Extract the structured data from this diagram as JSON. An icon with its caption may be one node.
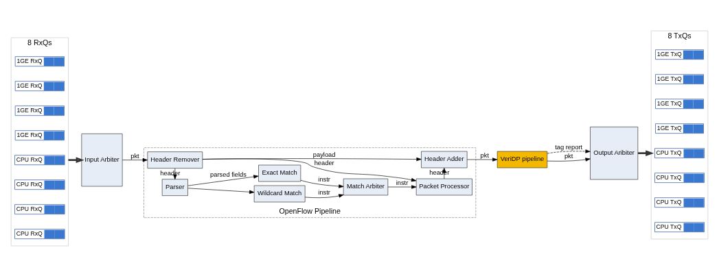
{
  "diagram": {
    "nodes": [
      {
        "text": [
          "8 RxQs"
        ]
      },
      {
        "text": [
          "1GE RxQ"
        ],
        "in": 0
      },
      {
        "text": [
          "1GE RxQ"
        ],
        "in": 0
      },
      {
        "text": [
          "1GE RxQ"
        ],
        "in": 0
      },
      {
        "text": [
          "1GE RxQ"
        ],
        "in": 0
      },
      {
        "text": [
          "CPU RxQ"
        ],
        "in": 0
      },
      {
        "text": [
          "CPU RxQ"
        ],
        "in": 0
      },
      {
        "text": [
          "CPU RxQ"
        ],
        "in": 0
      },
      {
        "text": [
          "CPU RxQ"
        ],
        "in": 0
      },
      {
        "text": [
          "Input Arbiter"
        ]
      },
      {
        "text": [
          "OpenFlow Pipeline"
        ]
      },
      {
        "text": [
          "Parser"
        ],
        "in": 10
      },
      {
        "text": [
          "Exact Match"
        ],
        "in": 10
      },
      {
        "text": [
          "Wildcard Match"
        ],
        "in": 10
      },
      {
        "text": [
          "Match Arbiter"
        ],
        "in": 10
      },
      {
        "text": [
          "Packet Processor"
        ],
        "in": 10
      },
      {
        "text": [
          "Header Remover"
        ],
        "in": 10
      },
      {
        "text": [
          "Header Adder"
        ],
        "in": 10
      },
      {
        "text": [
          "VeriDP pipeline"
        ]
      },
      {
        "text": [
          "Output Aribiter"
        ]
      },
      {
        "text": [
          "8 TxQs"
        ]
      },
      {
        "text": [
          "1GE TxQ"
        ],
        "in": 20
      },
      {
        "text": [
          "1GE TxQ"
        ],
        "in": 20
      },
      {
        "text": [
          "1GE TxQ"
        ],
        "in": 20
      },
      {
        "text": [
          "1GE TxQ"
        ],
        "in": 20
      },
      {
        "text": [
          "CPU TxQ"
        ],
        "in": 20
      },
      {
        "text": [
          "CPU TxQ"
        ],
        "in": 20
      },
      {
        "text": [
          "CPU TxQ"
        ],
        "in": 20
      },
      {
        "text": [
          "CPU TxQ"
        ],
        "in": 20
      }
    ],
    "edges": [
      {
        "from": 0,
        "to": 9,
        "arrow": "to",
        "style": "thick"
      },
      {
        "from": 9,
        "to": 16,
        "arrow": "to",
        "label": "pkt"
      },
      {
        "from": 16,
        "to": 11,
        "arrow": "to",
        "label": "header"
      },
      {
        "from": 16,
        "to": 15,
        "arrow": "to",
        "label": "header"
      },
      {
        "from": 16,
        "to": 17,
        "arrow": "to",
        "label": "payload"
      },
      {
        "from": 11,
        "to": 12,
        "arrow": "to",
        "label": "parsed fields"
      },
      {
        "from": 11,
        "to": 13,
        "arrow": "to"
      },
      {
        "from": 12,
        "to": 14,
        "arrow": "to",
        "label": "instr"
      },
      {
        "from": 13,
        "to": 14,
        "arrow": "to",
        "label": "instr"
      },
      {
        "from": 14,
        "to": 15,
        "arrow": "to",
        "label": "instr"
      },
      {
        "from": 15,
        "to": 17,
        "arrow": "to",
        "label": "header"
      },
      {
        "from": 17,
        "to": 18,
        "arrow": "to",
        "label": "pkt"
      },
      {
        "from": 18,
        "to": 19,
        "arrow": "to",
        "label": "tag report",
        "style": "dashed"
      },
      {
        "from": 18,
        "to": 19,
        "arrow": "to",
        "label": "pkt"
      },
      {
        "from": 19,
        "to": 20,
        "arrow": "to",
        "style": "thick"
      }
    ]
  }
}
